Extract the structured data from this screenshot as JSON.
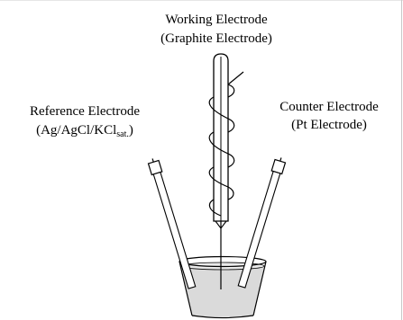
{
  "labels": {
    "working_line1": "Working Electrode",
    "working_line2": "(Graphite Electrode)",
    "reference_line1": "Reference Electrode",
    "reference_line2_main": "(Ag/AgCl/KCl",
    "reference_line2_sub": "sat.",
    "reference_line2_end": ")",
    "counter_line1": "Counter Electrode",
    "counter_line2": "(Pt  Electrode)"
  },
  "colors": {
    "stroke": "#000000",
    "electrolyte": "#d9d9d9",
    "background": "#ffffff"
  }
}
